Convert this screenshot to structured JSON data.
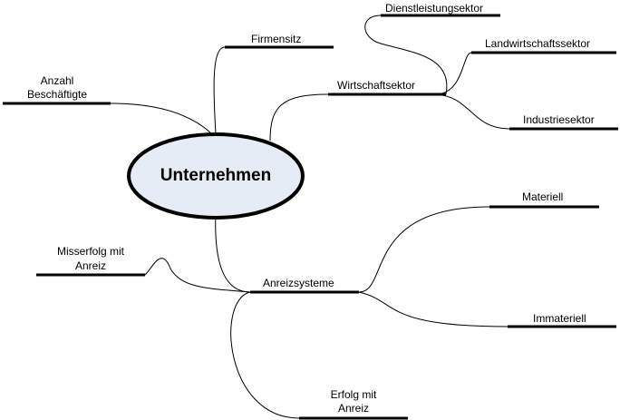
{
  "center": {
    "label": "Unternehmen",
    "fill": "#e6ecf6",
    "stroke": "#000000"
  },
  "branches": {
    "firmensitz": "Firmensitz",
    "anzahl_line1": "Anzahl",
    "anzahl_line2": "Beschäftigte",
    "wirtschaftssektor": "Wirtschaftsektor",
    "dienstleistung": "Dienstleistungsektor",
    "landwirtschaft": "Landwirtschaftssektor",
    "industrie": "Industriesektor",
    "anreizsysteme": "Anreizsysteme",
    "materiell": "Materiell",
    "immateriell": "Immateriell",
    "misserfolg_line1": "Misserfolg mit",
    "misserfolg_line2": "Anreiz",
    "erfolg_line1": "Erfolg mit",
    "erfolg_line2": "Anreiz"
  }
}
